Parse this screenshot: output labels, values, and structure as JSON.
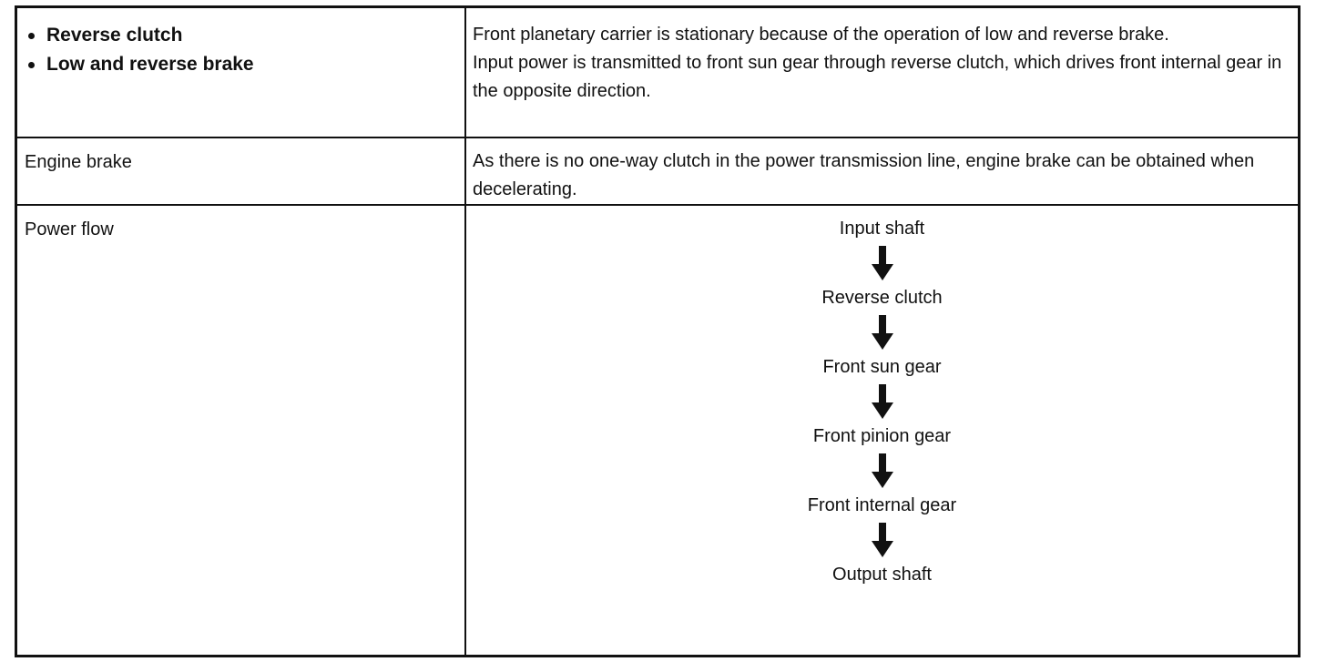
{
  "table": {
    "row1": {
      "left_items": [
        "Reverse clutch",
        "Low and reverse brake"
      ],
      "right_paragraphs": [
        "Front planetary carrier is stationary because of the operation of low and reverse brake.",
        "Input power is transmitted to front sun gear through reverse clutch, which drives front internal gear in the opposite direction."
      ]
    },
    "row2": {
      "label": "Engine brake",
      "text": "As there is no one-way clutch in the power transmission line, engine brake can be obtained when decelerating."
    },
    "row3": {
      "label": "Power flow",
      "flow_steps": [
        "Input shaft",
        "Reverse clutch",
        "Front sun gear",
        "Front pinion gear",
        "Front internal gear",
        "Output shaft"
      ],
      "arrow_icon": "arrow-down-icon"
    }
  }
}
